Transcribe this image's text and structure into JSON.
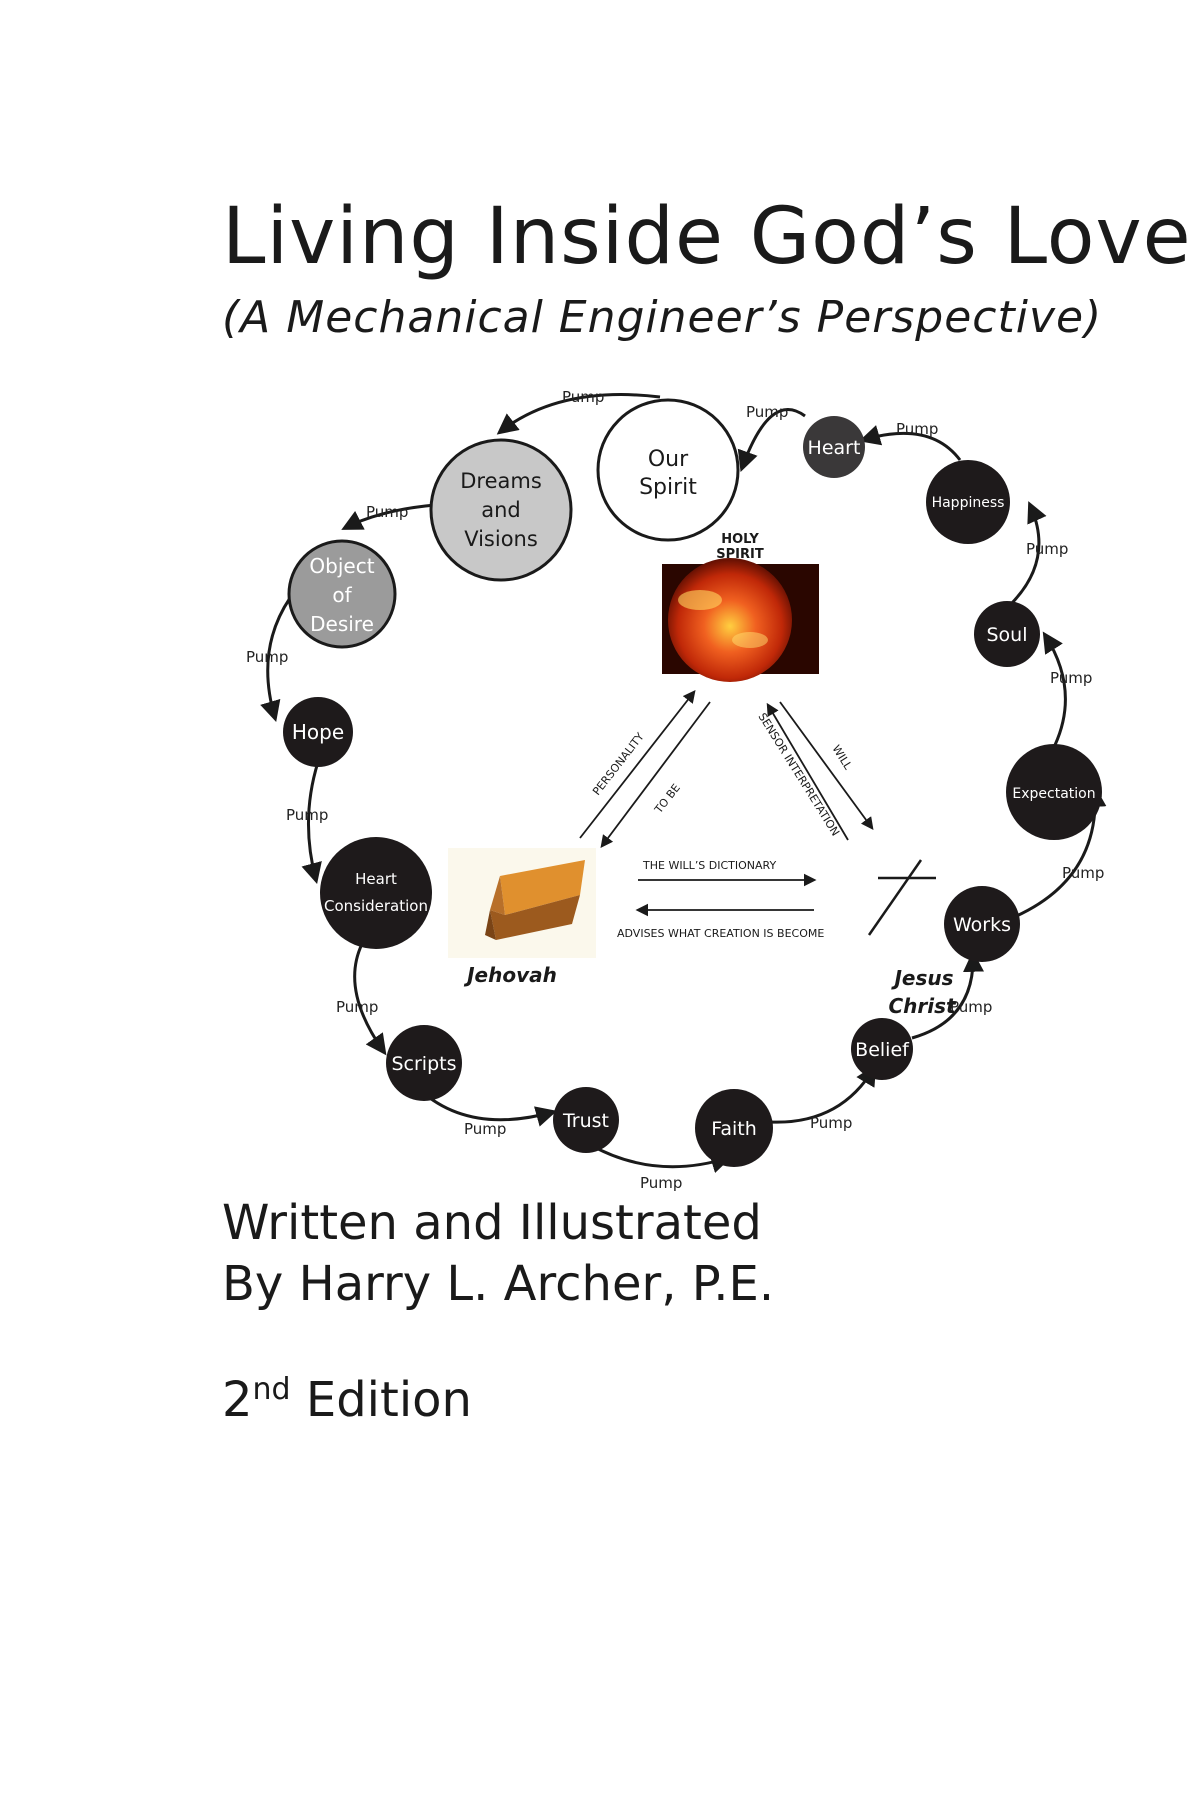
{
  "cover": {
    "title": "Living Inside God’s Love",
    "subtitle": "(A Mechanical Engineer’s Perspective)",
    "credit_line1": "Written and Illustrated",
    "credit_line2": "By Harry L. Archer, P.E.",
    "edition_number": "2",
    "edition_suffix": "nd",
    "edition_word": " Edition"
  },
  "diagram": {
    "pump_label": "Pump",
    "nodes": {
      "our_spirit": [
        "Our",
        "Spirit"
      ],
      "dreams": [
        "Dreams",
        "and",
        "Visions"
      ],
      "object": [
        "Object",
        "of",
        "Desire"
      ],
      "hope": [
        "Hope"
      ],
      "heart_consideration": [
        "Heart",
        "Consideration"
      ],
      "scripts": [
        "Scripts"
      ],
      "trust": [
        "Trust"
      ],
      "faith": [
        "Faith"
      ],
      "belief": [
        "Belief"
      ],
      "works": [
        "Works"
      ],
      "expectation": [
        "Expectation"
      ],
      "soul": [
        "Soul"
      ],
      "happiness": [
        "Happiness"
      ],
      "heart": [
        "Heart"
      ]
    },
    "holy_spirit": [
      "HOLY",
      "SPIRIT"
    ],
    "jehovah": "Jehovah",
    "jesus_christ": [
      "Jesus",
      "Christ"
    ],
    "arrows": {
      "personality": "PERSONALITY",
      "to_be": "TO BE",
      "sensor": "SENSOR INTERPRETATION",
      "will": "WILL",
      "dictionary": "THE WILL’S DICTIONARY",
      "advises": "ADVISES WHAT CREATION IS BECOME"
    },
    "colors": {
      "dark": "#1e1a1b",
      "grey_light": "#c8c8c8",
      "grey_mid": "#9b9b9b",
      "sun_core": "#f06020",
      "sun_edge": "#5a0a00",
      "gold_top": "#e0902e",
      "gold_side": "#9c5a1e"
    }
  }
}
